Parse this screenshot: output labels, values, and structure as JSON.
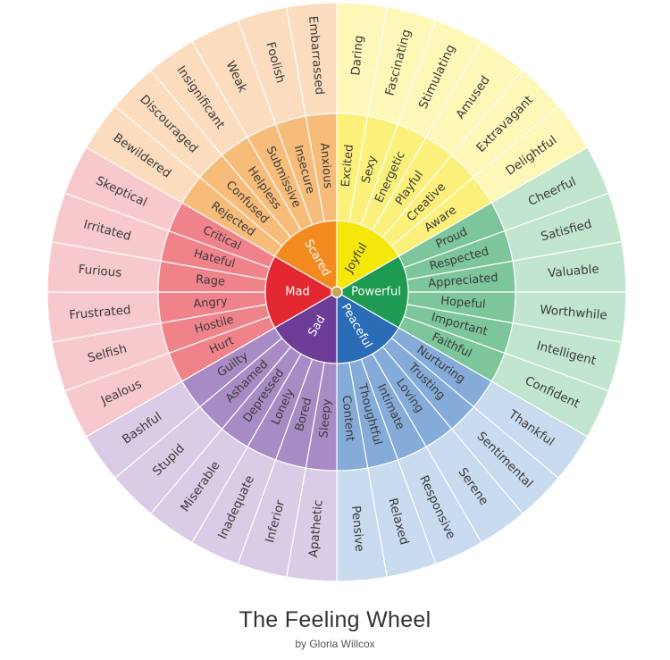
{
  "title": "The Feeling Wheel",
  "byline": "by Gloria Willcox",
  "families": [
    {
      "core": "Mad",
      "colors": {
        "core": "#e32832",
        "middle": "#f0838a",
        "outer": "#f8c9cc"
      },
      "middle": [
        "Hurt",
        "Hostile",
        "Angry",
        "Rage",
        "Hateful",
        "Critical"
      ],
      "outer": [
        "Jealous",
        "Selfish",
        "Frustrated",
        "Furious",
        "Irritated",
        "Skeptical"
      ]
    },
    {
      "core": "Scared",
      "colors": {
        "core": "#f28a20",
        "middle": "#f7bb7a",
        "outer": "#fbdcbf"
      },
      "middle": [
        "Rejected",
        "Confused",
        "Helpless",
        "Submissive",
        "Insecure",
        "Anxious"
      ],
      "outer": [
        "Bewildered",
        "Discouraged",
        "Insignificant",
        "Weak",
        "Foolish",
        "Embarrassed"
      ]
    },
    {
      "core": "Joyful",
      "colors": {
        "core": "#f6e70b",
        "middle": "#faf07a",
        "outer": "#fdf7b8"
      },
      "middle": [
        "Excited",
        "Sexy",
        "Energetic",
        "Playful",
        "Creative",
        "Aware"
      ],
      "outer": [
        "Daring",
        "Fascinating",
        "Stimulating",
        "Amused",
        "Extravagant",
        "Delightful"
      ]
    },
    {
      "core": "Powerful",
      "colors": {
        "core": "#1e9a52",
        "middle": "#7dc59a",
        "outer": "#c2e5cf"
      },
      "middle": [
        "Proud",
        "Respected",
        "Appreciated",
        "Hopeful",
        "Important",
        "Faithful"
      ],
      "outer": [
        "Cheerful",
        "Satisfied",
        "Valuable",
        "Worthwhile",
        "Intelligent",
        "Confident"
      ]
    },
    {
      "core": "Peaceful",
      "colors": {
        "core": "#2a6cb5",
        "middle": "#85abd8",
        "outer": "#c9dbef"
      },
      "middle": [
        "Nurturing",
        "Trusting",
        "Loving",
        "Intimate",
        "Thoughtful",
        "Content"
      ],
      "outer": [
        "Thankful",
        "Sentimental",
        "Serene",
        "Responsive",
        "Relaxed",
        "Pensive"
      ]
    },
    {
      "core": "Sad",
      "colors": {
        "core": "#6d3d97",
        "middle": "#a88bc4",
        "outer": "#dacbe6"
      },
      "middle": [
        "Sleepy",
        "Bored",
        "Lonely",
        "Depressed",
        "Ashamed",
        "Guilty"
      ],
      "outer": [
        "Apathetic",
        "Inferior",
        "Inadequate",
        "Miserable",
        "Stupid",
        "Bashful"
      ]
    }
  ]
}
